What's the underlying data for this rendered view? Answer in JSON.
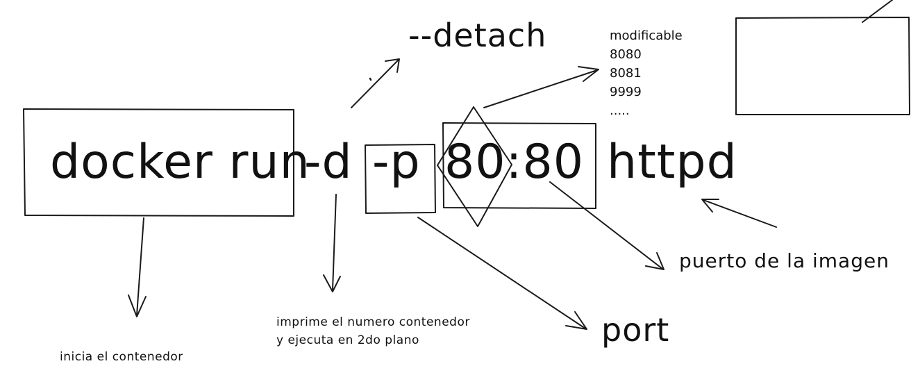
{
  "command": {
    "docker_run": "docker run",
    "detach_flag": "-d",
    "port_flag": "-p",
    "port_mapping": "80:80",
    "image": "httpd"
  },
  "annotations": {
    "detach": "--detach",
    "modificable": "modificable",
    "port_options": [
      "8080",
      "8081",
      "9999",
      "....."
    ],
    "puerto_imagen": "puerto de la imagen",
    "port": "port",
    "imprime_line1": "imprime el numero contenedor",
    "imprime_line2": "y ejecuta en 2do plano",
    "inicia": "inicia el contenedor"
  },
  "style": {
    "ink_color": "#1a1a1a",
    "background": "#ffffff"
  }
}
